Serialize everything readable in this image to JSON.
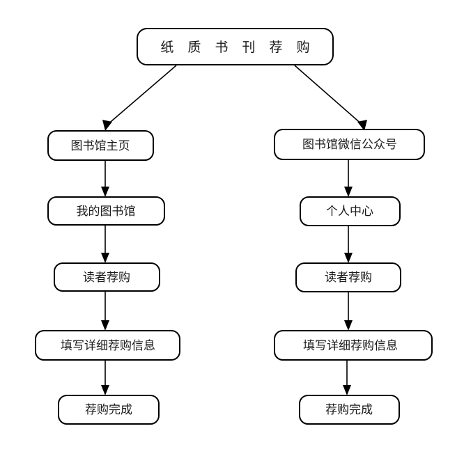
{
  "diagram": {
    "title_node": {
      "label": "纸 质 书 刊 荐 购",
      "plain": "纸质书刊荐购"
    },
    "branches": [
      {
        "name": "library-homepage-branch",
        "steps": [
          {
            "label": "图书馆主页"
          },
          {
            "label": "我的图书馆"
          },
          {
            "label": "读者荐购"
          },
          {
            "label": "填写详细荐购信息"
          },
          {
            "label": "荐购完成"
          }
        ]
      },
      {
        "name": "wechat-branch",
        "steps": [
          {
            "label": "图书馆微信公众号"
          },
          {
            "label": "个人中心"
          },
          {
            "label": "读者荐购"
          },
          {
            "label": "填写详细荐购信息"
          },
          {
            "label": "荐购完成"
          }
        ]
      }
    ],
    "colors": {
      "background": "#ffffff",
      "box_fill": "#ffffff",
      "box_stroke": "#000000",
      "text": "#1a1a1a",
      "connector": "#000000"
    }
  }
}
